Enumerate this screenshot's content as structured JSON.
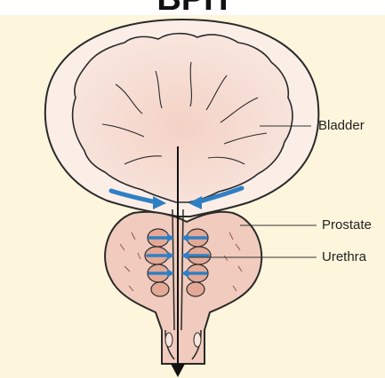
{
  "title": "BPH",
  "labels": {
    "bladder": "Bladder",
    "prostate": "Prostate",
    "urethra": "Urethra"
  },
  "colors": {
    "background": "#fdf5dc",
    "tissue": "#f2cfc4",
    "tissue_light": "#f8e6df",
    "outline": "#2a2a2a",
    "flow_arrow": "#2f7fc4",
    "nodule": "#e3a896"
  }
}
